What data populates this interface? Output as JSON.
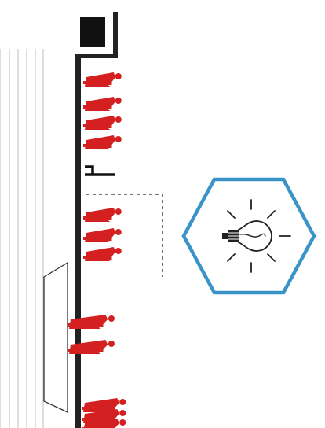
{
  "colors": {
    "background": "#ffffff",
    "wall": "#222222",
    "figures": "#d42020",
    "hexagon": "#3a94c8",
    "bulb": "#222222",
    "vertical_lines": "#bdbdbd",
    "dashed_line": "#222222"
  },
  "icons": {
    "hex_badge": "lightbulb-icon",
    "wall_marker": "step-marker-icon",
    "top_block": "square-block-icon"
  },
  "figure_groups": [
    {
      "name": "group-1",
      "count": 4
    },
    {
      "name": "group-2",
      "count": 3
    },
    {
      "name": "group-3",
      "count": 2
    },
    {
      "name": "group-4",
      "count": 3
    }
  ]
}
